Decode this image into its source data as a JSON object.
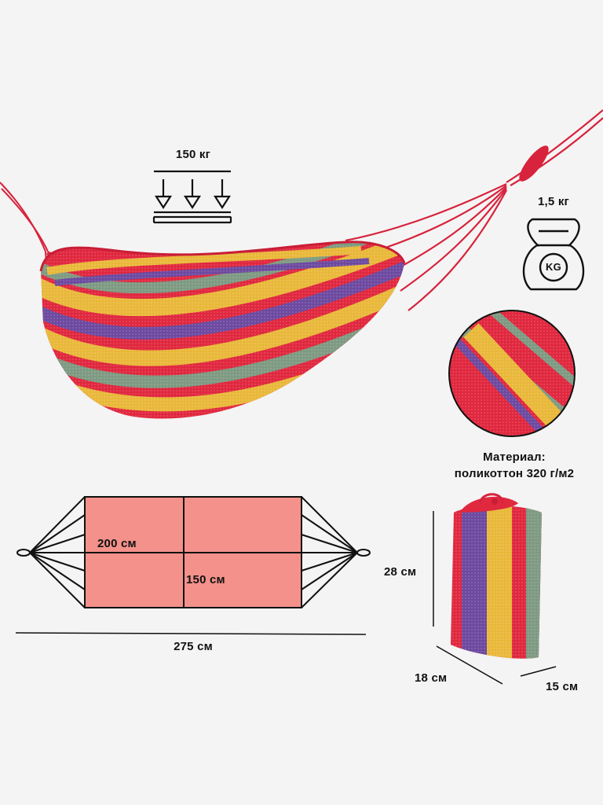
{
  "load": {
    "label": "150 кг",
    "icon": "weight-load-icon"
  },
  "weight": {
    "label": "1,5 кг",
    "icon": "kettlebell-icon",
    "badge": "KG"
  },
  "material": {
    "line1": "Материал:",
    "line2": "поликоттон 320 г/м2"
  },
  "dimensions": {
    "bed_length": "200 см",
    "bed_width": "150 см",
    "total_length": "275 см"
  },
  "bag": {
    "height": "28 см",
    "depth": "18 см",
    "width": "15 см"
  },
  "colors": {
    "red": "#e0283f",
    "yellow": "#e9b83a",
    "purple": "#6d4aa0",
    "sage": "#7e9a82",
    "rope": "#d7233c",
    "bed": "#f3918a"
  }
}
